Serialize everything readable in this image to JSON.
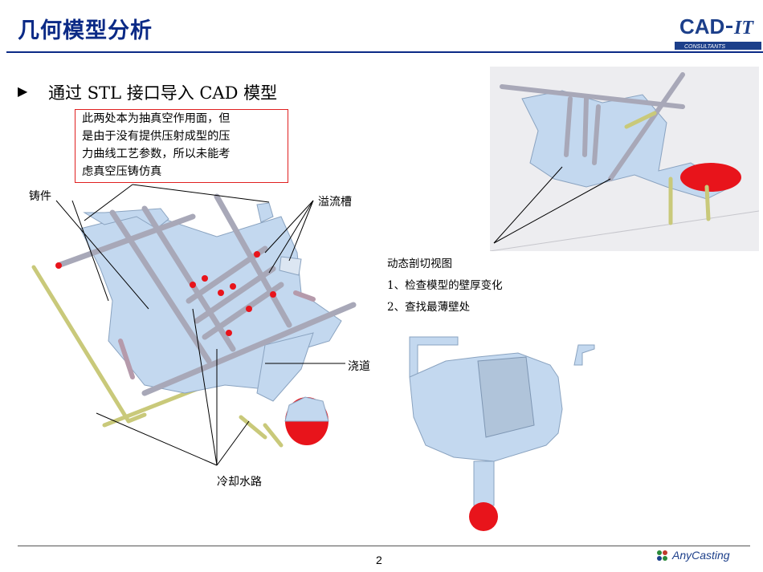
{
  "title": "几何模型分析",
  "logo": {
    "brand": "CAD-IT",
    "tagline": "CONSULTANTS"
  },
  "bullet": {
    "marker": "▶",
    "text": "通过 STL 接口导入 CAD 模型"
  },
  "note_box": {
    "lines": [
      "此两处本为抽真空作用面，但",
      "是由于没有提供压射成型的压",
      "力曲线工艺参数，所以未能考",
      "虑真空压铸仿真"
    ]
  },
  "labels": {
    "casting": "铸件",
    "overflow": "溢流槽",
    "runner": "浇道",
    "cooling": "冷却水路"
  },
  "dynamic_section": {
    "heading": "动态剖切视图",
    "items": [
      "1、检查模型的壁厚变化",
      "2、查找最薄壁处"
    ]
  },
  "footer": {
    "page": "2",
    "brand": "AnyCasting"
  },
  "colors": {
    "title": "#0b2a86",
    "note_border": "#e02020",
    "casting": "#bfd6f0",
    "pipe": "#b9b9c4",
    "red": "#e8141b",
    "yellow_pipe": "#d9d88a"
  }
}
